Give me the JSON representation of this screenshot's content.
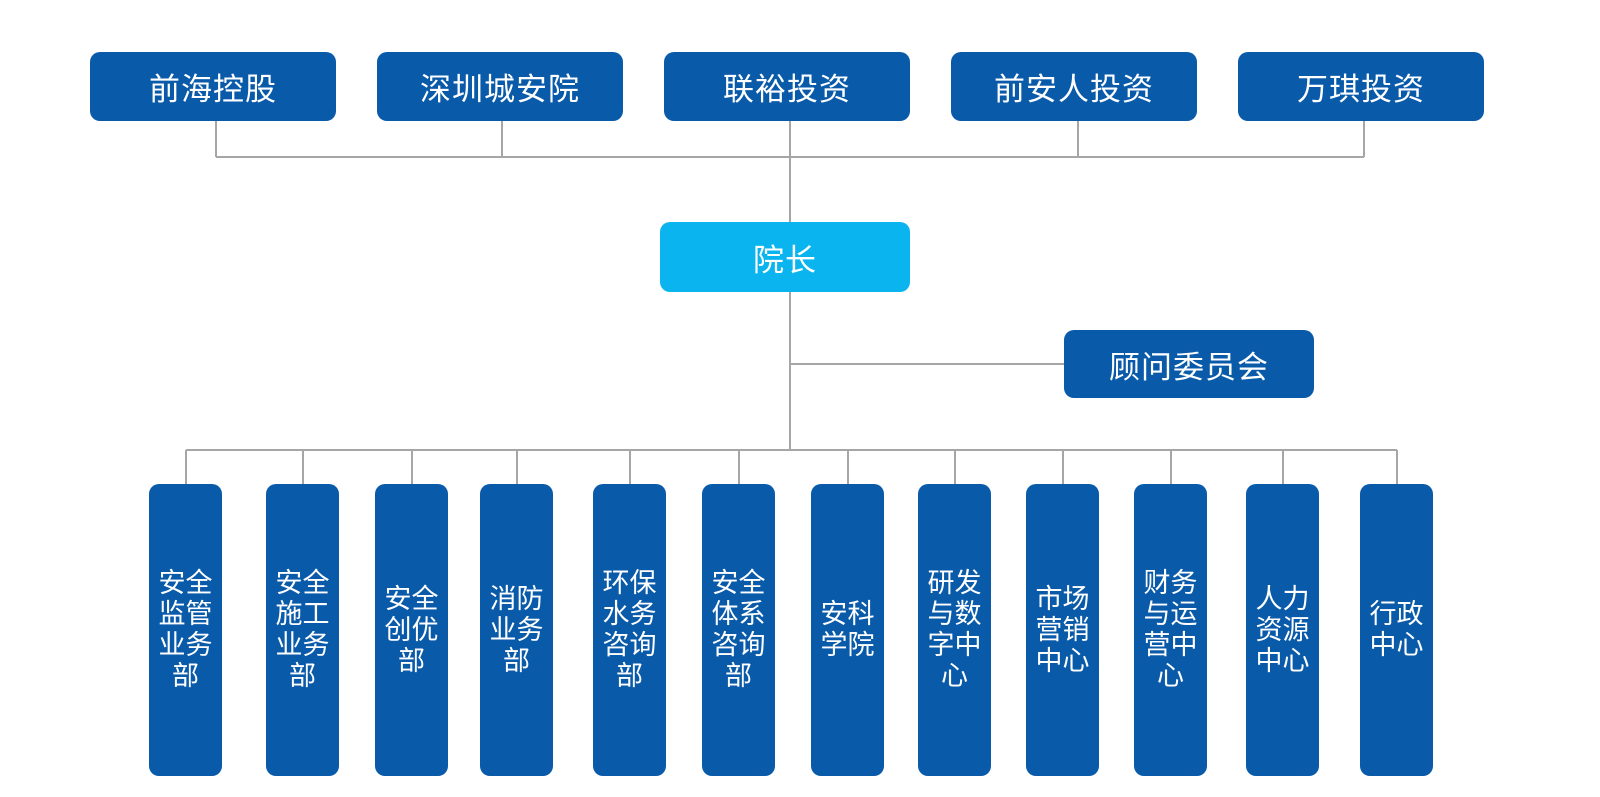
{
  "colors": {
    "primary_box": "#0a5aaa",
    "president_box": "#0ab4ef",
    "connector": "#a6a6a6",
    "text": "#ffffff"
  },
  "shareholders": [
    {
      "label": "前海控股"
    },
    {
      "label": "深圳城安院"
    },
    {
      "label": "联裕投资"
    },
    {
      "label": "前安人投资"
    },
    {
      "label": "万琪投资"
    }
  ],
  "president": {
    "label": "院长"
  },
  "advisory": {
    "label": "顾问委员会"
  },
  "departments": [
    {
      "label": "安全监管业务部"
    },
    {
      "label": "安全施工业务部"
    },
    {
      "label": "安全创优部"
    },
    {
      "label": "消防业务部"
    },
    {
      "label": "环保水务咨询部"
    },
    {
      "label": "安全体系咨询部"
    },
    {
      "label": "安科学院"
    },
    {
      "label": "研发与数字中心"
    },
    {
      "label": "市场营销中心"
    },
    {
      "label": "财务与运营中心"
    },
    {
      "label": "人力资源中心"
    },
    {
      "label": "行政中心"
    }
  ]
}
